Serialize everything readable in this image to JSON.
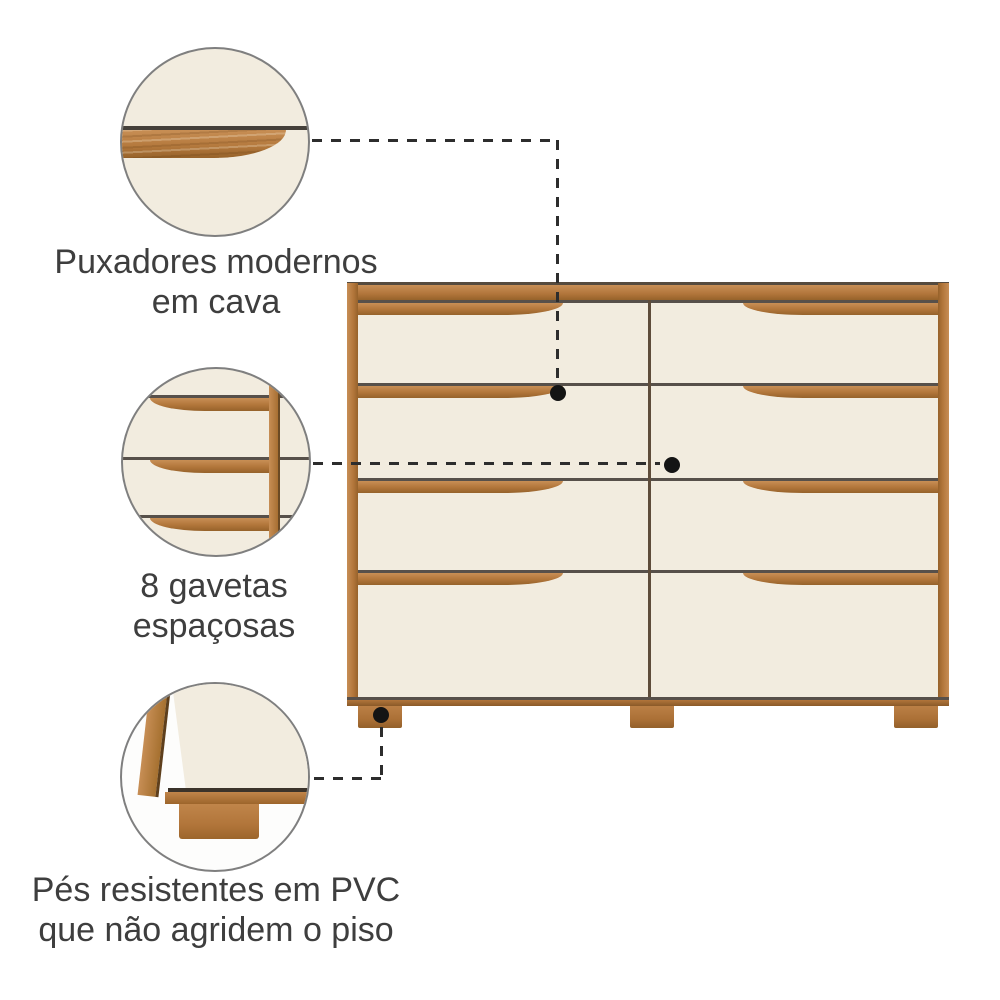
{
  "annotations": {
    "handles": {
      "line1": "Puxadores modernos",
      "line2": "em cava"
    },
    "drawers": {
      "line1": "8 gavetas",
      "line2": "espaçosas"
    },
    "feet": {
      "line1": "Pés resistentes em PVC",
      "line2": "que não agridem o piso"
    }
  },
  "dresser": {
    "drawer_count": 8,
    "columns": 2,
    "rows": 4,
    "feet_count": 3
  },
  "colors": {
    "wood": "#b1753a",
    "wood_light": "#c78e55",
    "wood_dark": "#8a5a28",
    "wood_edge": "#6b4a24",
    "cream": "#f2ecdf",
    "gap_line": "#57504a",
    "frame_line": "#554a3e",
    "dash": "#2d2d2d",
    "dot": "#141414",
    "circle_border": "#7f7f7f",
    "text": "#3e3e3e",
    "bg": "#ffffff"
  }
}
